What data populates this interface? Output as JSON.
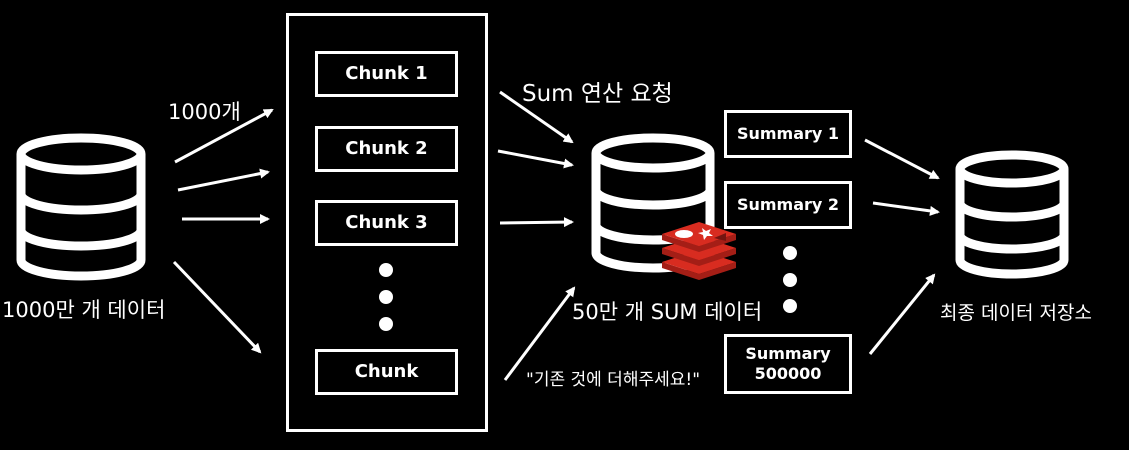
{
  "source": {
    "label": "1000만 개 데이터"
  },
  "batch_label": "1000개",
  "chunks": [
    "Chunk 1",
    "Chunk 2",
    "Chunk 3",
    "Chunk"
  ],
  "sum_request_label": "Sum 연산 요청",
  "sum_db": {
    "label": "50만 개 SUM 데이터"
  },
  "add_existing_label": "\"기존 것에 더해주세요!\"",
  "summaries": [
    "Summary 1",
    "Summary 2",
    "Summary\n500000"
  ],
  "final_db": {
    "label": "최종 데이터 저장소"
  },
  "colors": {
    "background": "#000000",
    "foreground": "#ffffff",
    "redis": "#d82c20"
  },
  "icons": [
    "database-icon",
    "redis-logo-icon"
  ]
}
